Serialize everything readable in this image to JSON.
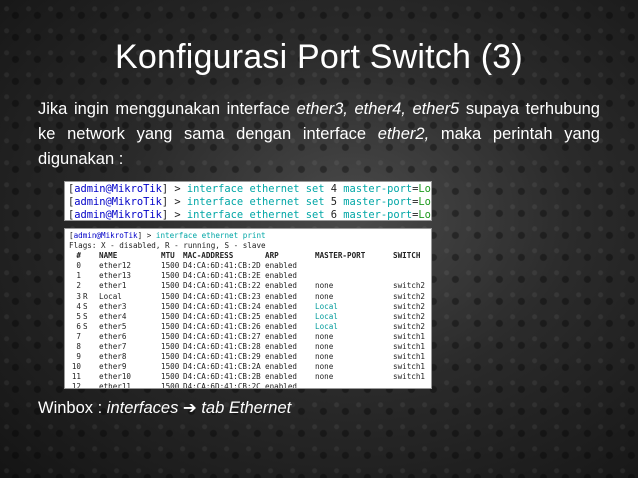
{
  "slide": {
    "title": "Konfigurasi Port Switch (3)",
    "intro": {
      "part1": "Jika ingin menggunakan interface ",
      "ifaces": "ether3, ether4, ether5",
      "part2": " supaya terhubung ke network yang sama dengan interface ",
      "iface2": "ether2,",
      "part3": " maka perintah yang digunakan :"
    },
    "footer": {
      "label": "Winbox : ",
      "interfaces": "interfaces",
      "arrow": "➔",
      "tab": " tab Ethernet"
    }
  },
  "commands": [
    {
      "prompt_open": "[",
      "user": "admin@MikroTik",
      "prompt_close": "] > ",
      "cmd": "interface ethernet set ",
      "num": "4",
      "opt": " master-port",
      "eq": "=",
      "val": "Local"
    },
    {
      "prompt_open": "[",
      "user": "admin@MikroTik",
      "prompt_close": "] > ",
      "cmd": "interface ethernet set ",
      "num": "5",
      "opt": " master-port",
      "eq": "=",
      "val": "Local"
    },
    {
      "prompt_open": "[",
      "user": "admin@MikroTik",
      "prompt_close": "] > ",
      "cmd": "interface ethernet set ",
      "num": "6",
      "opt": " master-port",
      "eq": "=",
      "val": "Local"
    }
  ],
  "print": {
    "prompt_open": "[",
    "user": "admin@MikroTik",
    "prompt_close": "] > ",
    "cmd": "interface ethernet print",
    "flags": "Flags: X - disabled, R - running, S - slave",
    "headers": {
      "num": "#",
      "name": "NAME",
      "mtu": "MTU",
      "mac": "MAC-ADDRESS",
      "arp": "ARP",
      "mp": "MASTER-PORT",
      "sw": "SWITCH"
    },
    "rows": [
      {
        "num": "0",
        "flag": "",
        "name": "ether12",
        "mtu": "1500",
        "mac": "D4:CA:6D:41:CB:2D",
        "arp": "enabled",
        "mp": "",
        "sw": ""
      },
      {
        "num": "1",
        "flag": "",
        "name": "ether13",
        "mtu": "1500",
        "mac": "D4:CA:6D:41:CB:2E",
        "arp": "enabled",
        "mp": "",
        "sw": ""
      },
      {
        "num": "2",
        "flag": "",
        "name": "ether1",
        "mtu": "1500",
        "mac": "D4:CA:6D:41:CB:22",
        "arp": "enabled",
        "mp": "none",
        "sw": "switch2"
      },
      {
        "num": "3",
        "flag": "R",
        "name": "Local",
        "mtu": "1500",
        "mac": "D4:CA:6D:41:CB:23",
        "arp": "enabled",
        "mp": "none",
        "sw": "switch2"
      },
      {
        "num": "4",
        "flag": "S",
        "name": "ether3",
        "mtu": "1500",
        "mac": "D4:CA:6D:41:CB:24",
        "arp": "enabled",
        "mp": "Local",
        "sw": "switch2"
      },
      {
        "num": "5",
        "flag": "S",
        "name": "ether4",
        "mtu": "1500",
        "mac": "D4:CA:6D:41:CB:25",
        "arp": "enabled",
        "mp": "Local",
        "sw": "switch2"
      },
      {
        "num": "6",
        "flag": "S",
        "name": "ether5",
        "mtu": "1500",
        "mac": "D4:CA:6D:41:CB:26",
        "arp": "enabled",
        "mp": "Local",
        "sw": "switch2"
      },
      {
        "num": "7",
        "flag": "",
        "name": "ether6",
        "mtu": "1500",
        "mac": "D4:CA:6D:41:CB:27",
        "arp": "enabled",
        "mp": "none",
        "sw": "switch1"
      },
      {
        "num": "8",
        "flag": "",
        "name": "ether7",
        "mtu": "1500",
        "mac": "D4:CA:6D:41:CB:28",
        "arp": "enabled",
        "mp": "none",
        "sw": "switch1"
      },
      {
        "num": "9",
        "flag": "",
        "name": "ether8",
        "mtu": "1500",
        "mac": "D4:CA:6D:41:CB:29",
        "arp": "enabled",
        "mp": "none",
        "sw": "switch1"
      },
      {
        "num": "10",
        "flag": "",
        "name": "ether9",
        "mtu": "1500",
        "mac": "D4:CA:6D:41:CB:2A",
        "arp": "enabled",
        "mp": "none",
        "sw": "switch1"
      },
      {
        "num": "11",
        "flag": "",
        "name": "ether10",
        "mtu": "1500",
        "mac": "D4:CA:6D:41:CB:2B",
        "arp": "enabled",
        "mp": "none",
        "sw": "switch1"
      },
      {
        "num": "12",
        "flag": "",
        "name": "ether11",
        "mtu": "1500",
        "mac": "D4:CA:6D:41:CB:2C",
        "arp": "enabled",
        "mp": "",
        "sw": ""
      }
    ]
  },
  "colors": {
    "user": "#0000c8",
    "command": "#00a6a6",
    "value": "#1e9a1e",
    "local": "#009a9a"
  }
}
